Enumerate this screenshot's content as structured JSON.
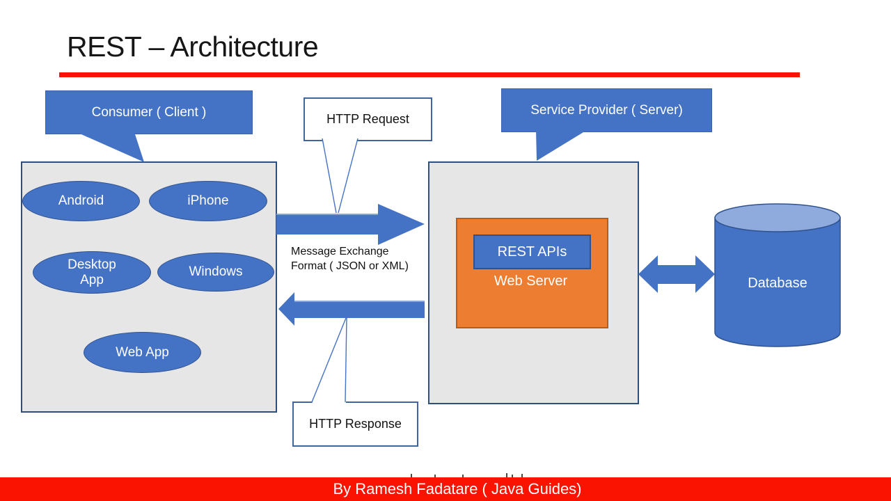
{
  "page": {
    "title": "REST – Architecture"
  },
  "callouts": {
    "consumer": {
      "label": "Consumer ( Client )"
    },
    "provider": {
      "label": "Service Provider ( Server)"
    }
  },
  "flow": {
    "request_label": "HTTP Request",
    "response_label": "HTTP Response",
    "message_format_line1": "Message Exchange",
    "message_format_line2": "Format ( JSON or XML)"
  },
  "consumer_clients": [
    "Android",
    "iPhone",
    "Desktop App",
    "Windows",
    "Web App"
  ],
  "server": {
    "rest_apis_label": "REST APIs",
    "web_server_label": "Web Server"
  },
  "database": {
    "label": "Database"
  },
  "footer": {
    "credit": "By Ramesh Fadatare ( Java Guides)"
  },
  "colors": {
    "accent_blue": "#4472C4",
    "blue_border": "#2F528F",
    "cylinder_top_blue": "#8FAADC",
    "orange": "#ED7D31",
    "orange_border": "#BC5B14",
    "panel_gray": "#E7E6E6",
    "panel_border": "#2E4E7E",
    "red_accent": "#FA1300",
    "text_dark": "#161616",
    "text_white": "#FFFFFF"
  }
}
